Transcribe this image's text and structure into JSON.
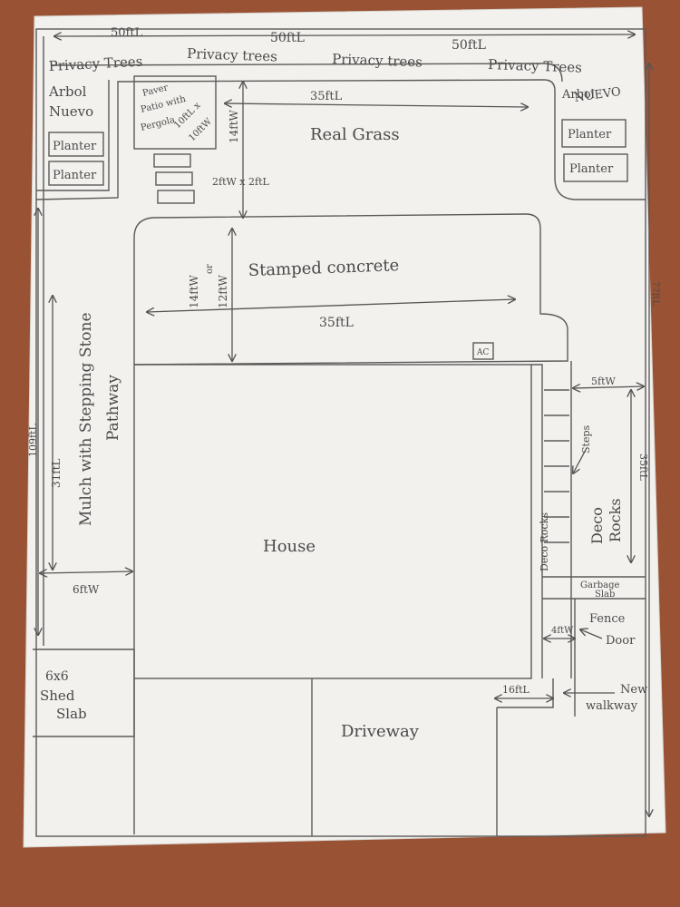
{
  "colors": {
    "table": "#9a5234",
    "paper": "#f2f1ee",
    "pencil": "#5a5a5a",
    "text": "#4a4a4a"
  },
  "border": {
    "top_left": "50ftL",
    "top_mid": "50ftL",
    "top_right": "50ftL",
    "left": "109ftL",
    "right": "77ftL"
  },
  "privacy": [
    "Privacy Trees",
    "Privacy trees",
    "Privacy trees",
    "Privacy Trees"
  ],
  "arbol_left": [
    "Arbol",
    "Nuevo"
  ],
  "arbol_right": [
    "Arbol",
    "NUEVO"
  ],
  "planters": [
    "Planter",
    "Planter",
    "Planter",
    "Planter"
  ],
  "patio": [
    "Paver",
    "Patio with",
    "Pergola",
    "10ftL x",
    "10ftW"
  ],
  "grass": {
    "label": "Real Grass",
    "length": "35ftL",
    "width": "14ftW"
  },
  "pavers": "2ftW x 2ftL",
  "concrete": {
    "label": "Stamped concrete",
    "width_a": "14ftW",
    "width_or": "or",
    "width_b": "12ftW",
    "length": "35ftL",
    "box": "AC"
  },
  "house": "House",
  "mulch": {
    "line1": "Mulch with Stepping Stone",
    "line2": "Pathway",
    "length": "31ftL",
    "width": "6ftW"
  },
  "deco_left": "Deco Rocks",
  "deco_right": [
    "Deco",
    "Rocks"
  ],
  "steps": "Steps",
  "side": {
    "width": "5ftW",
    "length": "35ftL"
  },
  "garbage": [
    "Garbage",
    "Slab"
  ],
  "fence": "Fence",
  "door": "Door",
  "door_width": "4ftW",
  "walk_length": "16ftL",
  "new_walkway": [
    "New",
    "walkway"
  ],
  "shed": [
    "6x6",
    "Shed",
    "Slab"
  ],
  "driveway": "Driveway"
}
